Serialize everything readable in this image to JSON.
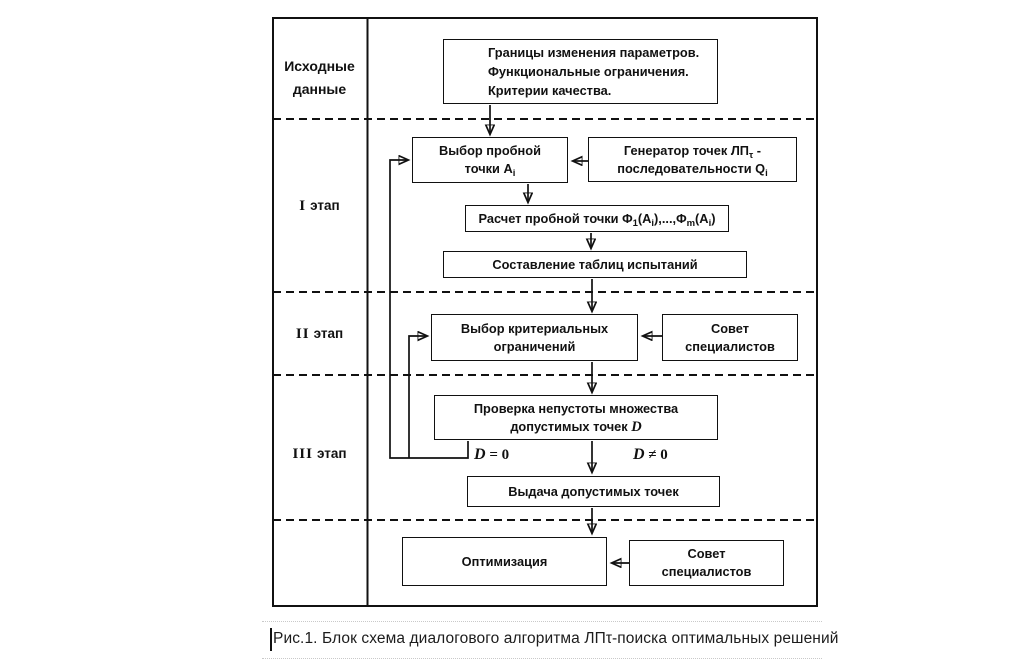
{
  "figure": {
    "stages": {
      "initial": [
        "Исходные",
        "данные"
      ],
      "items": [
        {
          "num": "I",
          "word": "этап"
        },
        {
          "num": "II",
          "word": "этап"
        },
        {
          "num": "III",
          "word": "этап"
        }
      ]
    },
    "boxes": {
      "params": {
        "line1": "Границы изменения параметров.",
        "line2": "Функциональные ограничения.",
        "line3": "Критерии качества."
      },
      "select_point": {
        "line1": "Выбор пробной",
        "line2": [
          {
            "t": "точки A"
          },
          {
            "s": "i"
          }
        ]
      },
      "generator": {
        "line1": [
          {
            "t": "Генератор точек ЛП"
          },
          {
            "s": "τ"
          },
          {
            "t": " -"
          }
        ],
        "line2": [
          {
            "t": "последовательности Q"
          },
          {
            "s": "i"
          }
        ]
      },
      "calc": {
        "line1": [
          {
            "t": "Расчет пробной точки Φ"
          },
          {
            "s": "1"
          },
          {
            "t": "(A"
          },
          {
            "s": "i"
          },
          {
            "t": "),...,Φ"
          },
          {
            "s": "m"
          },
          {
            "t": "(A"
          },
          {
            "s": "i"
          },
          {
            "t": ")"
          }
        ]
      },
      "tables": {
        "line1": "Составление таблиц испытаний"
      },
      "criteria": {
        "line1": "Выбор критериальных",
        "line2": "ограничений"
      },
      "experts_stage2": {
        "line1": "Совет",
        "line2": "специалистов"
      },
      "check": {
        "line1": "Проверка непустоты множества",
        "line2": [
          {
            "t": "допустимых точек "
          },
          {
            "v": "D"
          }
        ]
      },
      "output": {
        "line1": "Выдача допустимых точек"
      },
      "optimization": {
        "line1": "Оптимизация"
      },
      "experts_final": {
        "line1": "Совет",
        "line2": "специалистов"
      }
    },
    "branch_labels": {
      "empty": [
        {
          "v": "D"
        },
        {
          "t": " = 0"
        }
      ],
      "nonempty": [
        {
          "v": "D"
        },
        {
          "t": " ≠ 0"
        }
      ]
    },
    "caption": "Рис.1. Блок схема диалогового алгоритма ЛПτ-поиска оптимальных решений",
    "colors": {
      "line": "#111111",
      "background": "#ffffff",
      "text": "#111111"
    }
  }
}
